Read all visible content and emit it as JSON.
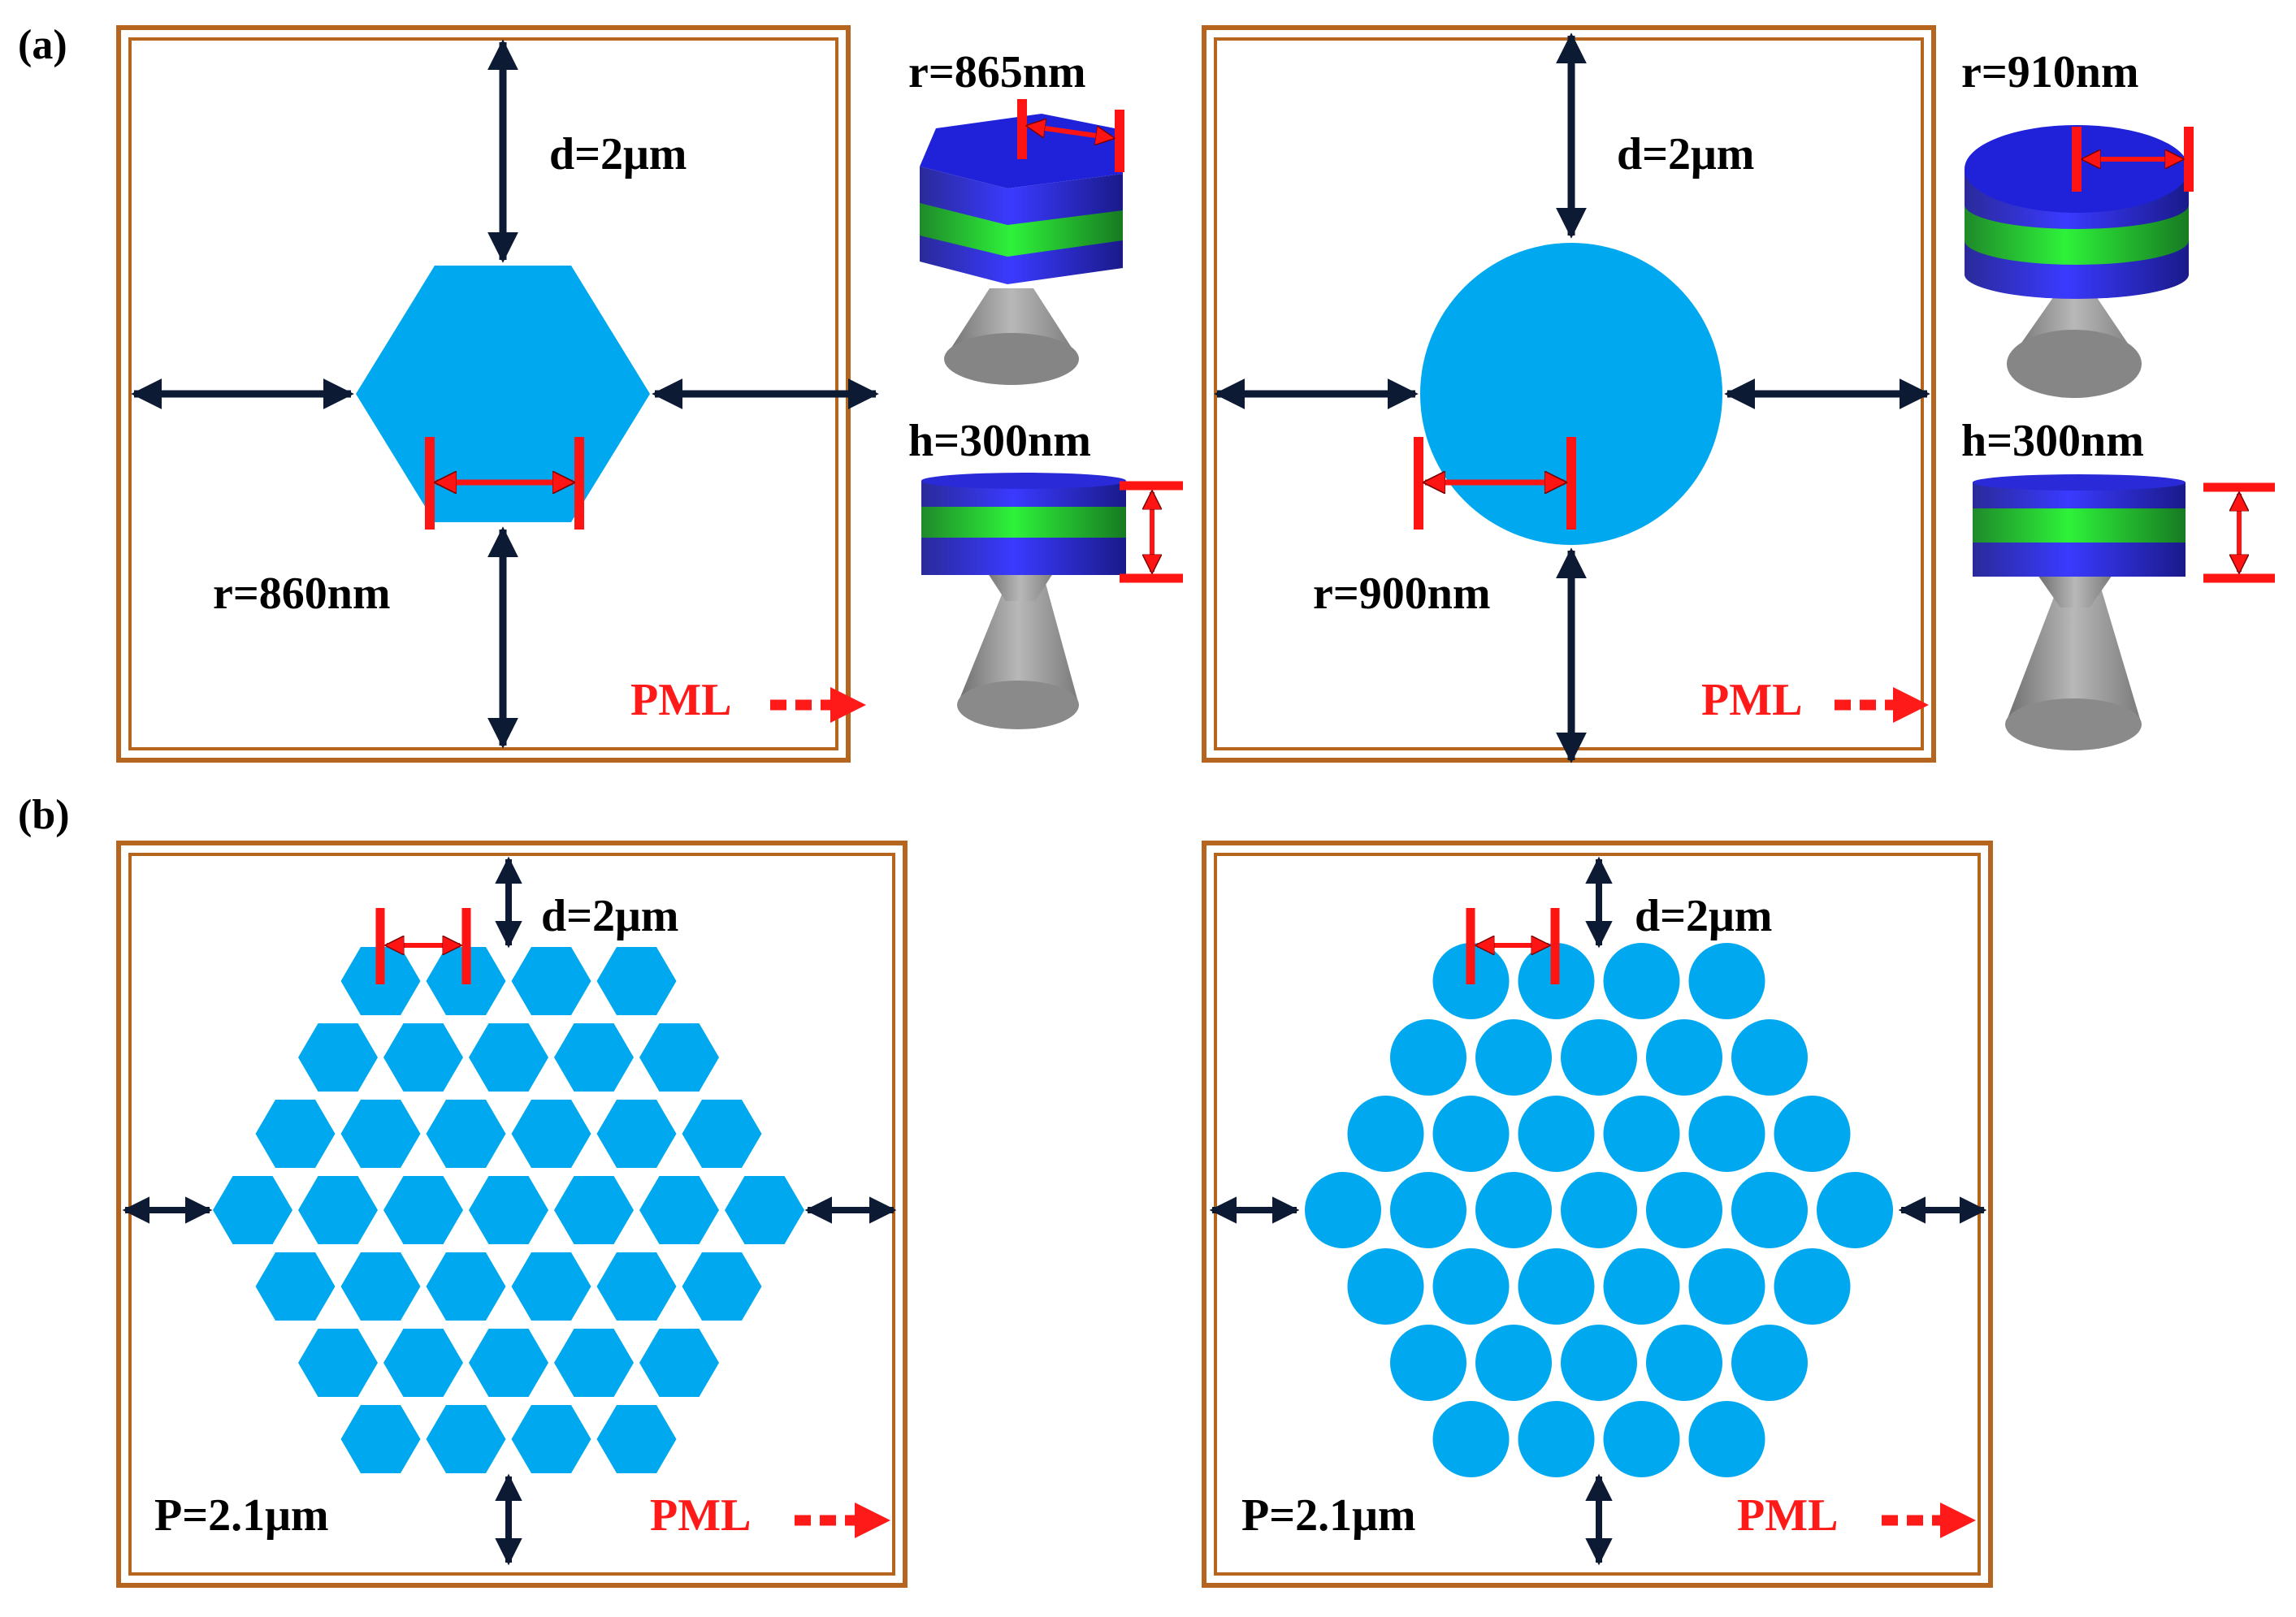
{
  "colors": {
    "frame": "#b5651d",
    "shape": "#00a8f0",
    "arrow": "#0d1a33",
    "marker": "#ff1414",
    "pml": "#ff1a1a",
    "text": "#000000",
    "disk_blue": "#1f22d8",
    "disk_green": "#23d32a",
    "cone": "#8e8e8e"
  },
  "labels": {
    "panel_a": "(a)",
    "panel_b": "(b)",
    "pml": "PML",
    "d": "d=2μm",
    "p": "P=2.1μm",
    "hex_single_r": "r=860nm",
    "hex_3d_r": "r=865nm",
    "circ_single_r": "r=900nm",
    "circ_3d_r": "r=910nm",
    "h_hex": "h=300nm",
    "h_circ": "h=300nm"
  },
  "panels": [
    {
      "id": "a-hex",
      "shape": "hexagon",
      "layout": "single"
    },
    {
      "id": "a-circle",
      "shape": "circle",
      "layout": "single"
    },
    {
      "id": "b-hex",
      "shape": "hexagon",
      "layout": "hexagonal-array",
      "rows": [
        4,
        5,
        6,
        7,
        6,
        5,
        4
      ]
    },
    {
      "id": "b-circle",
      "shape": "circle",
      "layout": "hexagonal-array",
      "rows": [
        4,
        5,
        6,
        7,
        6,
        5,
        4
      ]
    }
  ],
  "icons": {
    "dimension_arrow": "double-headed-arrow-icon",
    "pml_arrow": "dashed-right-arrow-icon",
    "nanodisk": "layered-nanodisk-on-cone-icon"
  }
}
